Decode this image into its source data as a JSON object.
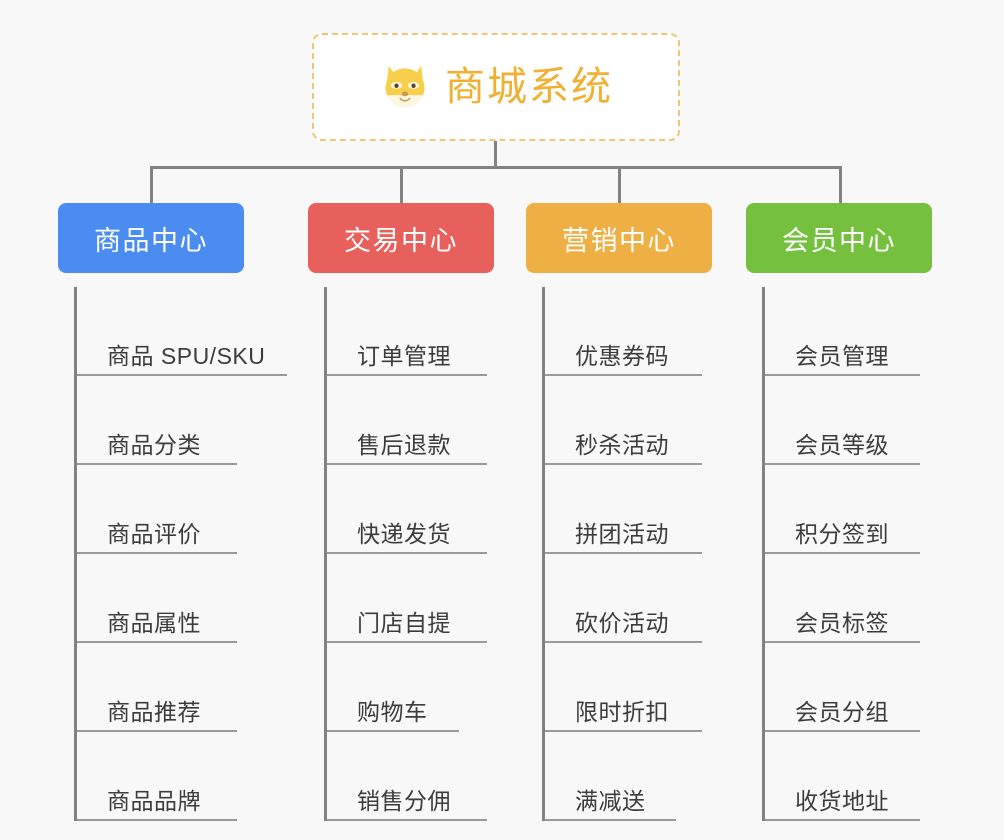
{
  "diagram": {
    "title": "商城系统",
    "root": {
      "label": "商城系统",
      "icon": "shiba-dog-face-icon",
      "border_color": "#f0c674",
      "text_color": "#f2b033",
      "background": "#ffffff"
    },
    "connector_color": "#828282",
    "canvas_background": "#f8f8f8",
    "leaf_text_color": "#3c3c3c",
    "leaf_underline_color": "#9a9a9a",
    "categories": [
      {
        "label": "商品中心",
        "color": "#4a8cf0",
        "items": [
          {
            "label": "商品 SPU/SKU",
            "underline_width": 210
          },
          {
            "label": "商品分类",
            "underline_width": 160
          },
          {
            "label": "商品评价",
            "underline_width": 160
          },
          {
            "label": "商品属性",
            "underline_width": 160
          },
          {
            "label": "商品推荐",
            "underline_width": 160
          },
          {
            "label": "商品品牌",
            "underline_width": 160
          }
        ]
      },
      {
        "label": "交易中心",
        "color": "#e8605c",
        "items": [
          {
            "label": "订单管理",
            "underline_width": 160
          },
          {
            "label": "售后退款",
            "underline_width": 160
          },
          {
            "label": "快递发货",
            "underline_width": 160
          },
          {
            "label": "门店自提",
            "underline_width": 160
          },
          {
            "label": "购物车",
            "underline_width": 132
          },
          {
            "label": "销售分佣",
            "underline_width": 160
          }
        ]
      },
      {
        "label": "营销中心",
        "color": "#eeaf44",
        "items": [
          {
            "label": "优惠券码",
            "underline_width": 157
          },
          {
            "label": "秒杀活动",
            "underline_width": 157
          },
          {
            "label": "拼团活动",
            "underline_width": 157
          },
          {
            "label": "砍价活动",
            "underline_width": 157
          },
          {
            "label": "限时折扣",
            "underline_width": 157
          },
          {
            "label": "满减送",
            "underline_width": 131
          }
        ]
      },
      {
        "label": "会员中心",
        "color": "#76c040",
        "items": [
          {
            "label": "会员管理",
            "underline_width": 155
          },
          {
            "label": "会员等级",
            "underline_width": 155
          },
          {
            "label": "积分签到",
            "underline_width": 155
          },
          {
            "label": "会员标签",
            "underline_width": 155
          },
          {
            "label": "会员分组",
            "underline_width": 155
          },
          {
            "label": "收货地址",
            "underline_width": 155
          }
        ]
      }
    ]
  }
}
